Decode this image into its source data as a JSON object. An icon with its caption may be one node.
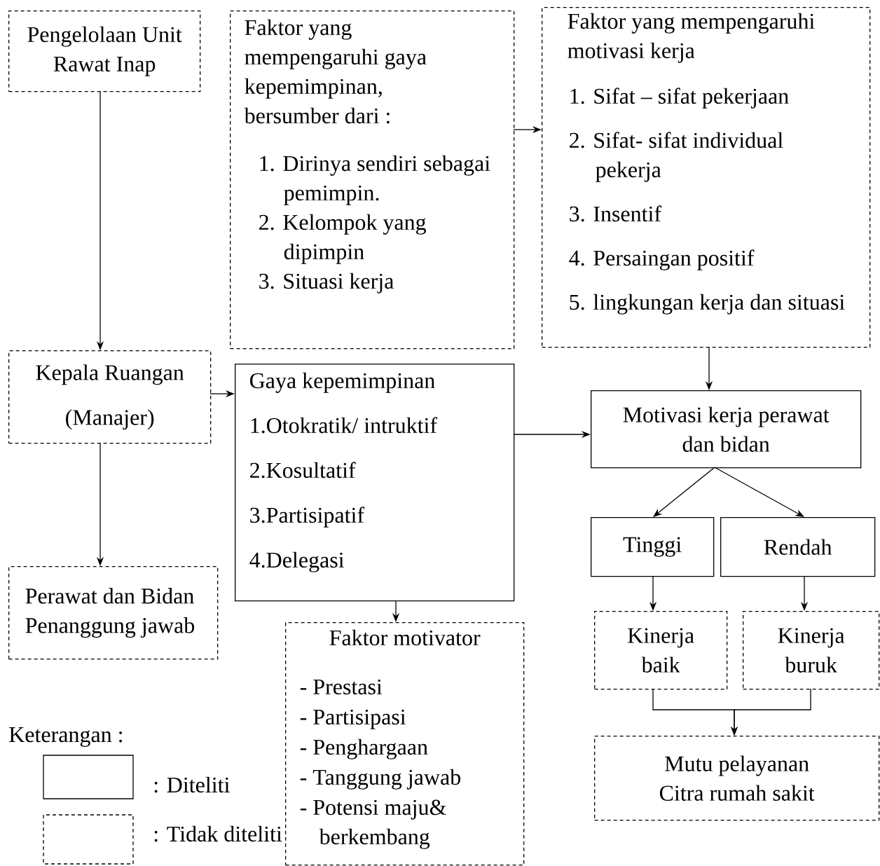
{
  "diagram": {
    "nodes": [
      {
        "text": [
          "Pengelolaan Unit Rawat Inap"
        ]
      },
      {
        "text": [
          "Faktor yang mempengaruhi gaya kepemimpinan, bersumber dari :",
          "1. Dirinya sendiri sebagai pemimpin.",
          "2. Kelompok yang dipimpin",
          "3. Situasi kerja"
        ]
      },
      {
        "text": [
          "Faktor yang mempengaruhi motivasi kerja",
          "1. Sifat – sifat pekerjaan",
          "2. Sifat- sifat individual pekerja",
          "3. Insentif",
          "4. Persaingan positif",
          "5. lingkungan kerja dan situasi"
        ]
      },
      {
        "text": [
          "Kepala Ruangan",
          "(Manajer)"
        ]
      },
      {
        "text": [
          "Gaya kepemimpinan",
          "1.Otokratik/ intruktif",
          "2.Kosultatif",
          "3.Partisipatif",
          "4.Delegasi"
        ]
      },
      {
        "text": [
          "Motivasi kerja perawat dan bidan"
        ]
      },
      {
        "text": [
          "Perawat dan Bidan Penanggung jawab"
        ]
      },
      {
        "text": [
          "Tinggi"
        ]
      },
      {
        "text": [
          "Rendah"
        ]
      },
      {
        "text": [
          "Faktor motivator",
          "- Prestasi",
          "- Partisipasi",
          "- Penghargaan",
          "- Tanggung jawab",
          "- Potensi maju& berkembang"
        ]
      },
      {
        "text": [
          "Kinerja baik"
        ]
      },
      {
        "text": [
          "Kinerja buruk"
        ]
      },
      {
        "text": [
          "Mutu pelayanan Citra rumah sakit"
        ]
      }
    ],
    "edges": [
      {
        "from": 0,
        "to": 3,
        "arrow": "to"
      },
      {
        "from": 3,
        "to": 6,
        "arrow": "to"
      },
      {
        "from": 3,
        "to": 4,
        "arrow": "to"
      },
      {
        "from": 1,
        "to": 2,
        "arrow": "to"
      },
      {
        "from": 4,
        "to": 9,
        "arrow": "to"
      },
      {
        "from": 4,
        "to": 5,
        "arrow": "to"
      },
      {
        "from": 2,
        "to": 5,
        "arrow": "to"
      },
      {
        "from": 5,
        "to": 7,
        "arrow": "to"
      },
      {
        "from": 5,
        "to": 8,
        "arrow": "to"
      },
      {
        "from": 7,
        "to": 10,
        "arrow": "to"
      },
      {
        "from": 8,
        "to": 11,
        "arrow": "to"
      },
      {
        "from": 10,
        "to": 12,
        "arrow": "to"
      },
      {
        "from": 11,
        "to": 12,
        "arrow": "to"
      }
    ],
    "labels": [
      "Keterangan :"
    ],
    "legend": [
      {
        "text": ": Diteliti"
      },
      {
        "text": ": Tidak diteliti"
      }
    ]
  }
}
